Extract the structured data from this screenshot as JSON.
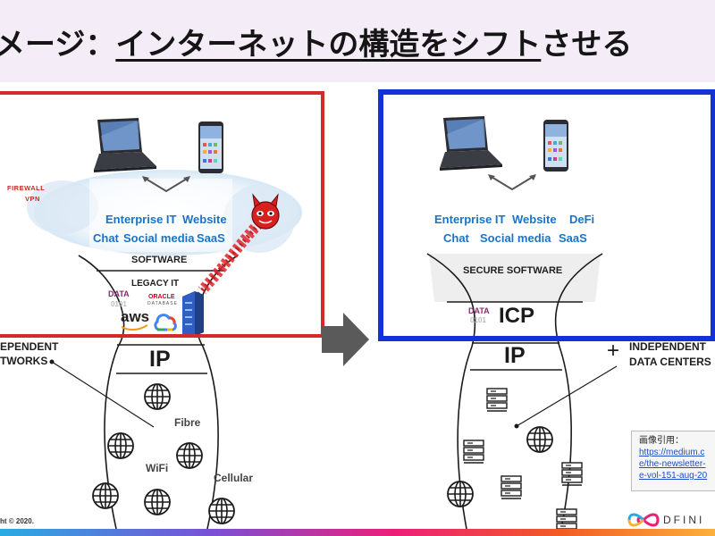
{
  "header": {
    "title_prefix": "メージ：",
    "title_main": "インターネットの構造をシフト",
    "title_suffix": "させる"
  },
  "left": {
    "firewall": "FIREWALL",
    "vpn": "VPN",
    "apps_row1": [
      "Enterprise IT",
      "Website"
    ],
    "apps_row2": [
      "Chat",
      "Social media",
      "SaaS"
    ],
    "software": "SOFTWARE",
    "legacy": "LEGACY IT",
    "data": "DATA",
    "data_bits": "0101",
    "oracle": "ORACLE",
    "database": "DATABASE",
    "aws": "aws",
    "ip": "IP",
    "networks_line1": "EPENDENT",
    "networks_line2": "TWORKS",
    "fibre": "Fibre",
    "wifi": "WiFi",
    "cellular": "Cellular",
    "copyright": "ht © 2020."
  },
  "right": {
    "apps_row1": [
      "Enterprise IT",
      "Website",
      "DeFi"
    ],
    "apps_row2": [
      "Chat",
      "Social media",
      "SaaS"
    ],
    "software": "SECURE SOFTWARE",
    "data": "DATA",
    "data_bits": "0101",
    "icp": "ICP",
    "ip": "IP",
    "plus": "+",
    "dc_line1": "INDEPENDENT",
    "dc_line2": "DATA CENTERS"
  },
  "citation": {
    "label": "画像引用：",
    "link1": "https://medium.c",
    "link2": "e/the-newsletter-",
    "link3": "e-vol-151-aug-20"
  },
  "brand": {
    "name": "DFINI"
  },
  "colors": {
    "left_frame": "#d42a2a",
    "right_frame": "#1531d6",
    "app_text": "#1a73c6",
    "arrow": "#5a5a5a"
  }
}
